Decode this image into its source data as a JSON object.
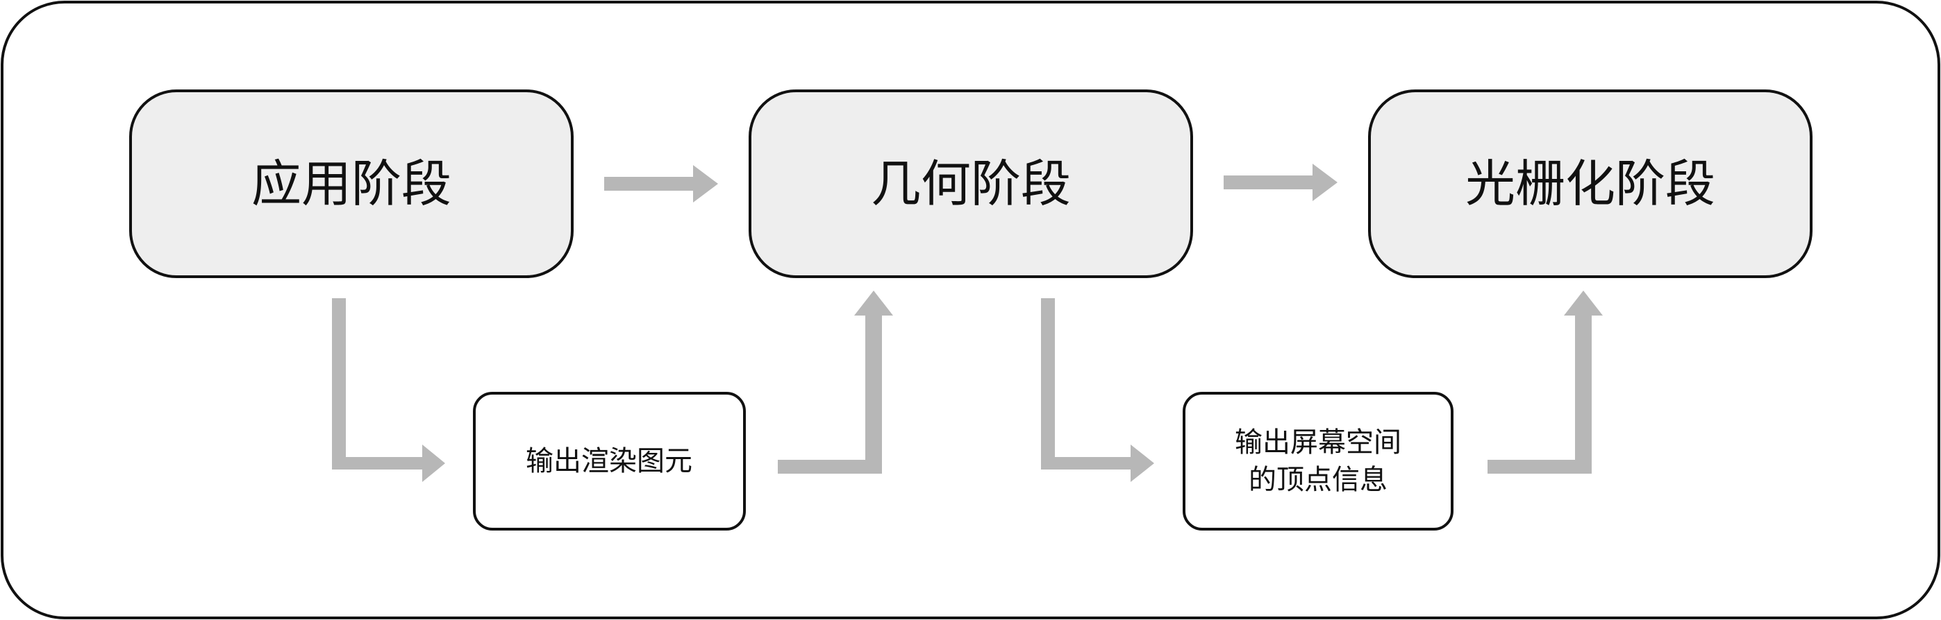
{
  "stages": [
    {
      "label": "应用阶段"
    },
    {
      "label": "几何阶段"
    },
    {
      "label": "光栅化阶段"
    }
  ],
  "outputs": [
    {
      "lines": [
        "输出渲染图元"
      ]
    },
    {
      "lines": [
        "输出屏幕空间",
        "的顶点信息"
      ]
    }
  ],
  "colors": {
    "stage_fill": "#eeeeee",
    "box_stroke": "#111111",
    "arrow": "#b7b7b7",
    "frame_stroke": "#111111"
  }
}
